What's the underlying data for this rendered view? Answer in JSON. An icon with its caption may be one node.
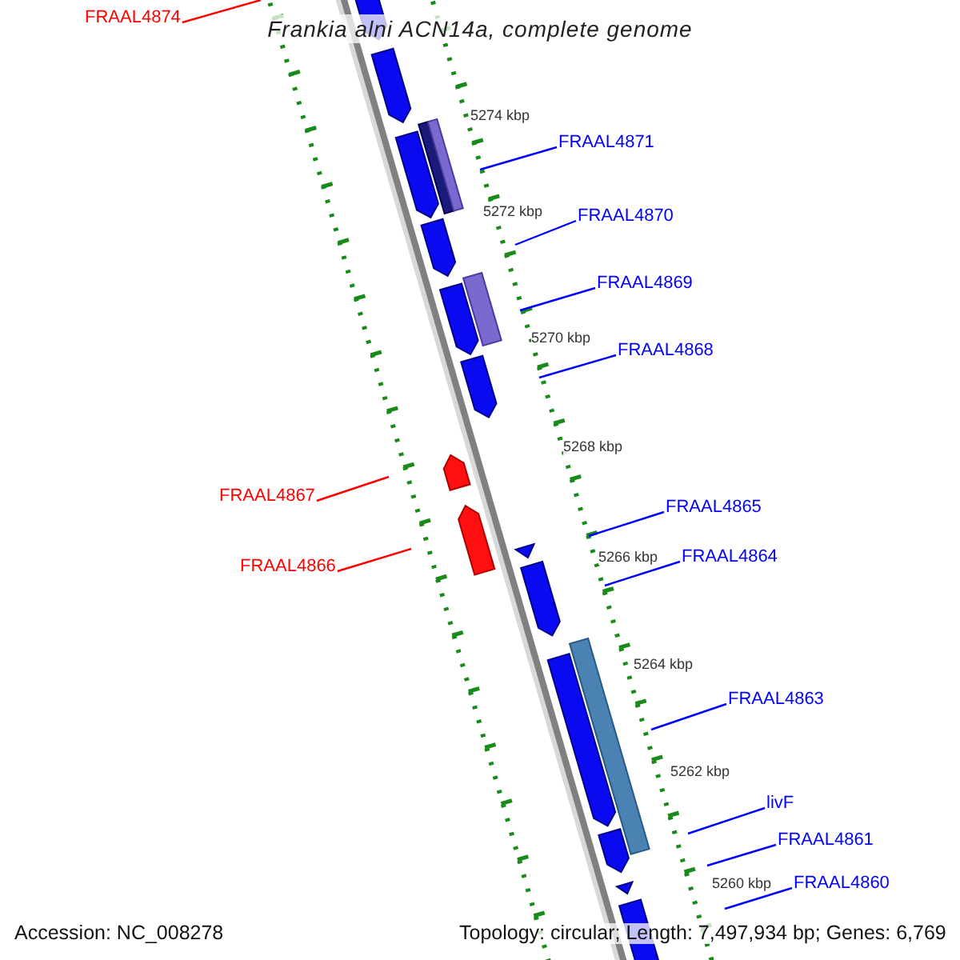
{
  "diagram": {
    "title": "Frankia alni ACN14a, complete genome",
    "nodes": [
      {
        "text": [
          "FRAAL4874"
        ]
      },
      {
        "text": [
          "FRAAL4871"
        ]
      },
      {
        "text": [
          "FRAAL4870"
        ]
      },
      {
        "text": [
          "FRAAL4869"
        ]
      },
      {
        "text": [
          "FRAAL4868"
        ]
      },
      {
        "text": [
          "FRAAL4867"
        ]
      },
      {
        "text": [
          "FRAAL4865"
        ]
      },
      {
        "text": [
          "FRAAL4864"
        ]
      },
      {
        "text": [
          "FRAAL4866"
        ]
      },
      {
        "text": [
          "FRAAL4863"
        ]
      },
      {
        "text": [
          "livF"
        ]
      },
      {
        "text": [
          "FRAAL4861"
        ]
      },
      {
        "text": [
          "FRAAL4860"
        ]
      }
    ],
    "edges": [
      {
        "from": 0,
        "to": null,
        "arrow": "none",
        "color": "#ff0000"
      },
      {
        "from": 1,
        "to": null,
        "arrow": "none"
      },
      {
        "from": 2,
        "to": null,
        "arrow": "none"
      },
      {
        "from": 3,
        "to": null,
        "arrow": "none"
      },
      {
        "from": 4,
        "to": null,
        "arrow": "none"
      },
      {
        "from": 5,
        "to": null,
        "arrow": "none",
        "color": "#ff0000"
      },
      {
        "from": 6,
        "to": null,
        "arrow": "none"
      },
      {
        "from": 7,
        "to": null,
        "arrow": "none"
      },
      {
        "from": 8,
        "to": null,
        "arrow": "none",
        "color": "#ff0000"
      },
      {
        "from": 9,
        "to": null,
        "arrow": "none"
      },
      {
        "from": 10,
        "to": null,
        "arrow": "none"
      },
      {
        "from": 11,
        "to": null,
        "arrow": "none"
      },
      {
        "from": 12,
        "to": null,
        "arrow": "none"
      }
    ],
    "labels": [
      "5274 kbp",
      "5272 kbp",
      "5270 kbp",
      "5268 kbp",
      "5266 kbp",
      "5264 kbp",
      "5262 kbp",
      "5260 kbp",
      "Accession: NC_008278",
      "Topology: circular; Length: 7,497,934 bp; Genes: 6,769"
    ]
  }
}
